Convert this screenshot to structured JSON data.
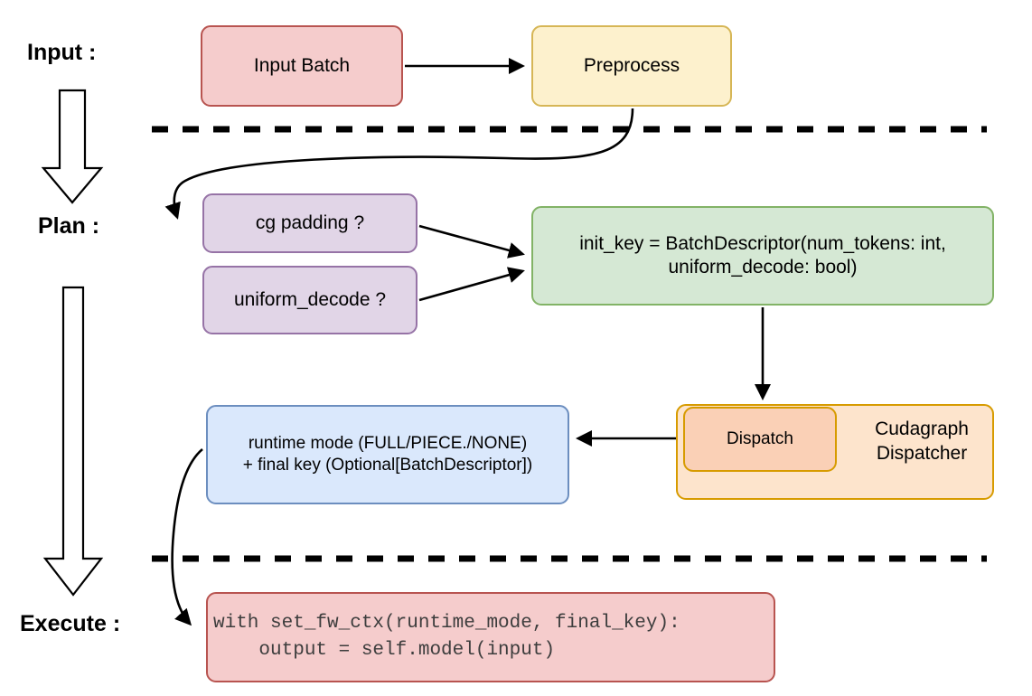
{
  "diagram": {
    "title_not_shown": "",
    "stage_labels": [
      {
        "id": "input",
        "text": "Input :"
      },
      {
        "id": "plan",
        "text": "Plan :"
      },
      {
        "id": "execute",
        "text": "Execute :"
      }
    ],
    "nodes": {
      "input_batch": {
        "label": "Input Batch",
        "fill": "#f5cccc",
        "stroke": "#b85450"
      },
      "preprocess": {
        "label": "Preprocess",
        "fill": "#fdf1cd",
        "stroke": "#d6b656"
      },
      "cg_padding": {
        "label": "cg padding ?",
        "fill": "#e1d5e7",
        "stroke": "#9673a6"
      },
      "uniform_decode": {
        "label": "uniform_decode ?",
        "fill": "#e1d5e7",
        "stroke": "#9673a6"
      },
      "init_key": {
        "line1": "init_key = BatchDescriptor(num_tokens: int,",
        "line2": "uniform_decode: bool)",
        "fill": "#d5e8d4",
        "stroke": "#82b366"
      },
      "dispatch": {
        "label": "Dispatch",
        "fill": "#fad0b6",
        "stroke": "#d79b00"
      },
      "cudagraph_dispatcher": {
        "line1": "Cudagraph",
        "line2": "Dispatcher",
        "fill": "#fde4cc",
        "stroke": "#d79b00"
      },
      "runtime_mode": {
        "line1": "runtime mode (FULL/PIECE./NONE)",
        "line2": "+ final key (Optional[BatchDescriptor])",
        "fill": "#dae8fc",
        "stroke": "#6c8ebf"
      },
      "code_block": {
        "line1": "with set_fw_ctx(runtime_mode, final_key):",
        "line2": "    output = self.model(input)",
        "fill": "#f5cccc",
        "stroke": "#b85450"
      }
    },
    "separators": [
      {
        "id": "input-plan-divider",
        "style": "dashed",
        "color": "#000000"
      },
      {
        "id": "plan-execute-divider",
        "style": "dashed",
        "color": "#000000"
      }
    ],
    "flow_arrows": [
      {
        "from": "input_batch",
        "to": "preprocess"
      },
      {
        "from": "preprocess",
        "to": "cg_padding"
      },
      {
        "from": "cg_padding",
        "to": "init_key"
      },
      {
        "from": "uniform_decode",
        "to": "init_key"
      },
      {
        "from": "init_key",
        "to": "dispatch"
      },
      {
        "from": "dispatch",
        "to": "runtime_mode"
      },
      {
        "from": "runtime_mode",
        "to": "code_block"
      }
    ],
    "stage_arrows": [
      {
        "id": "input-to-plan-big-arrow",
        "direction": "down"
      },
      {
        "id": "plan-to-execute-big-arrow",
        "direction": "down"
      }
    ]
  }
}
